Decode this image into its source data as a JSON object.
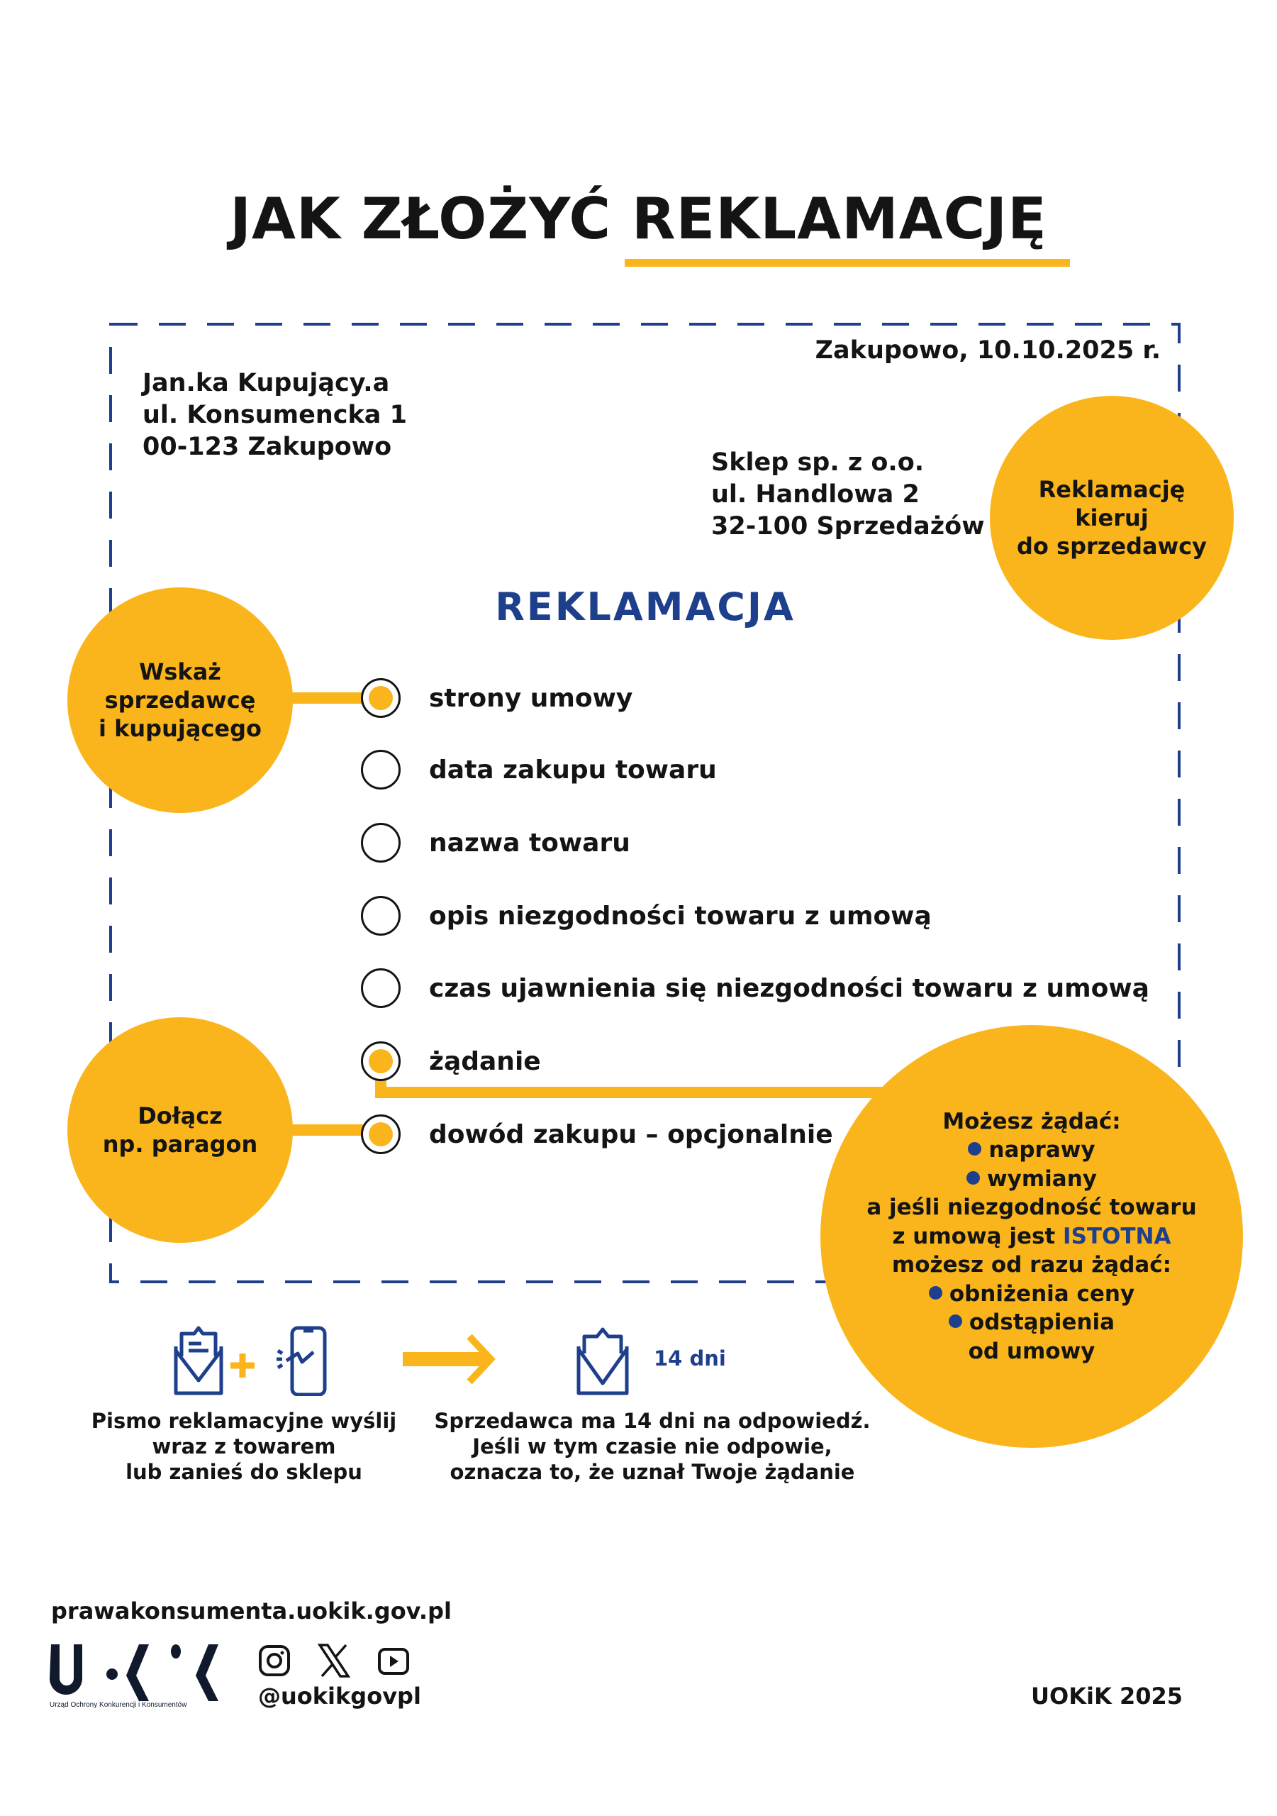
{
  "title": {
    "part1": "JAK ZŁOŻYĆ ",
    "part2": "REKLAMACJĘ"
  },
  "letter": {
    "date": "Zakupowo, 10.10.2025 r.",
    "sender": [
      "Jan.ka Kupujący.a",
      "ul. Konsumencka 1",
      "00-123 Zakupowo"
    ],
    "seller": [
      "Sklep sp. z o.o.",
      "ul. Handlowa 2",
      "32-100 Sprzedażów"
    ],
    "heading": "REKLAMACJA",
    "items": [
      {
        "label": "strony umowy",
        "highlighted": true
      },
      {
        "label": "data zakupu towaru",
        "highlighted": false
      },
      {
        "label": "nazwa towaru",
        "highlighted": false
      },
      {
        "label": "opis niezgodności towaru z umową",
        "highlighted": false
      },
      {
        "label": "czas ujawnienia się niezgodności towaru z umową",
        "highlighted": false
      },
      {
        "label": "żądanie",
        "highlighted": true
      },
      {
        "label": "dowód zakupu – opcjonalnie",
        "highlighted": true
      }
    ]
  },
  "bubbles": {
    "seller": [
      "Reklamację",
      "kieruj",
      "do sprzedawcy"
    ],
    "parties": [
      "Wskaż",
      "sprzedawcę",
      "i kupującego"
    ],
    "proof": [
      "Dołącz",
      "np. paragon"
    ],
    "demands": {
      "intro": "Możesz żądać:",
      "first": [
        "naprawy",
        "wymiany"
      ],
      "cond1": "a jeśli niezgodność towaru",
      "cond2a": "z umową jest ",
      "cond2b": "ISTOTNA",
      "cond3": "możesz od razu żądać:",
      "second": [
        "obniżenia ceny",
        "odstąpienia"
      ],
      "tail": "od umowy"
    }
  },
  "steps": {
    "send": [
      "Pismo reklamacyjne wyślij",
      "wraz z towarem",
      "lub zanieś do sklepu"
    ],
    "days_label": "14 dni",
    "reply": [
      "Sprzedawca ma 14 dni na odpowiedź.",
      "Jeśli w tym czasie nie odpowie,",
      "oznacza to, że uznał Twoje żądanie"
    ]
  },
  "footer": {
    "url": "prawakonsumenta.uokik.gov.pl",
    "logo_subtitle": "Urząd Ochrony Konkurencji i Konsumentów",
    "handle": "@uokikgovpl",
    "copyright": "UOKiK 2025"
  },
  "colors": {
    "yellow": "#F9B51B",
    "blue": "#1E3F8C",
    "text": "#141414"
  }
}
